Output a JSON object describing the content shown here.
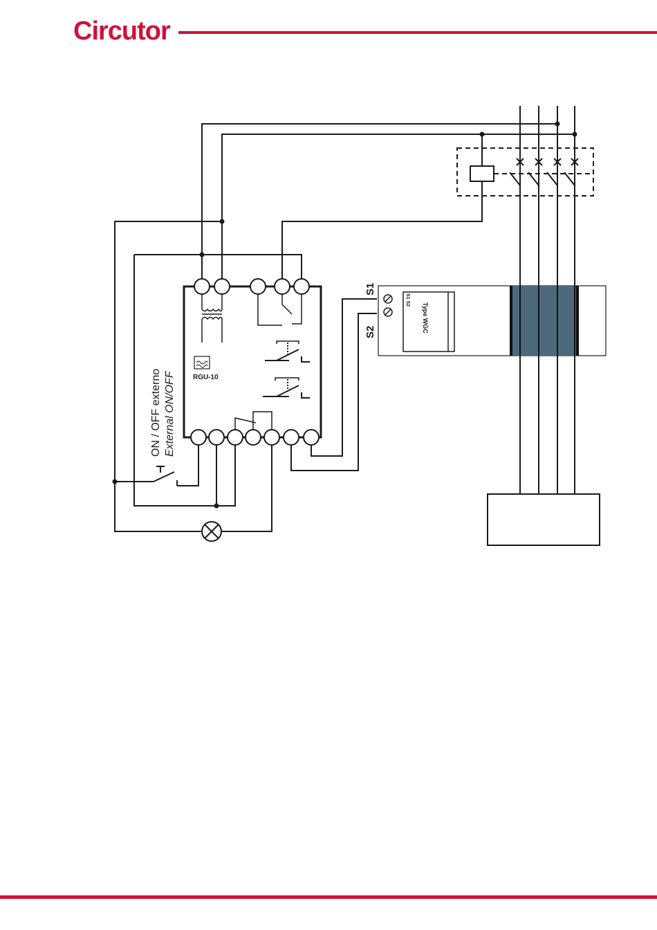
{
  "header": {
    "brand": "Circutor",
    "accent_color": "#d0103a"
  },
  "diagram": {
    "device_label": "RGU-10",
    "sensor_label": "Type WGC",
    "sensor_terminals": "S1  S2",
    "terminal_s1": "S1",
    "terminal_s2": "S2",
    "switch_label_es": "ON / OFF externo",
    "switch_label_en": "External ON/OFF",
    "core_color": "#4d6a7d"
  }
}
